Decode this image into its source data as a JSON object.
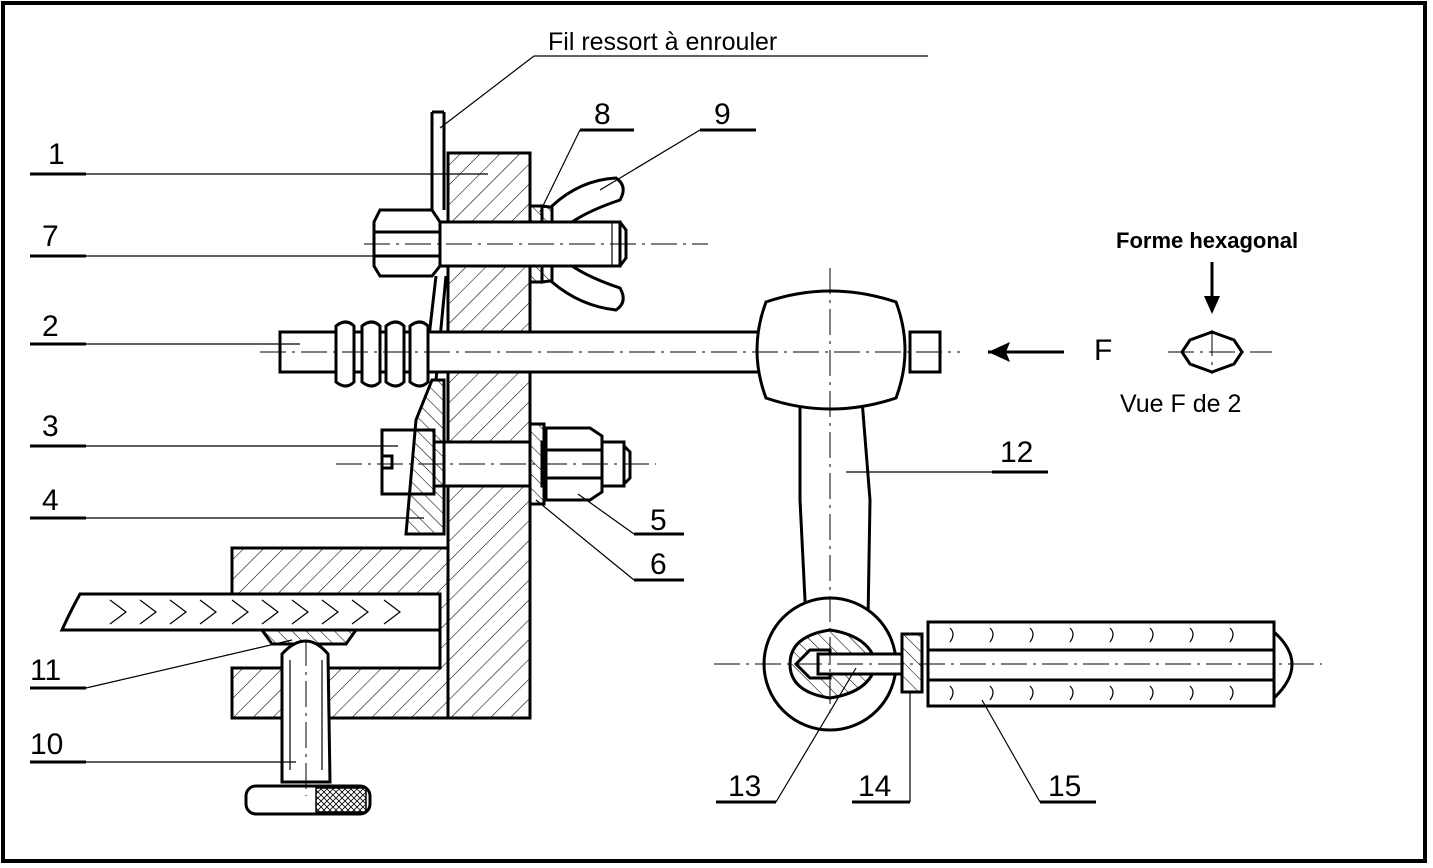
{
  "labels": {
    "spring_wire": "Fil ressort à enrouler",
    "view_title": "Forme hexagonal",
    "view_caption": "Vue  F de 2",
    "arrow_letter": "F"
  },
  "parts": [
    "1",
    "2",
    "3",
    "4",
    "5",
    "6",
    "7",
    "8",
    "9",
    "10",
    "11",
    "12",
    "13",
    "14",
    "15"
  ],
  "colors": {
    "ink": "#000000",
    "paper": "#ffffff"
  }
}
